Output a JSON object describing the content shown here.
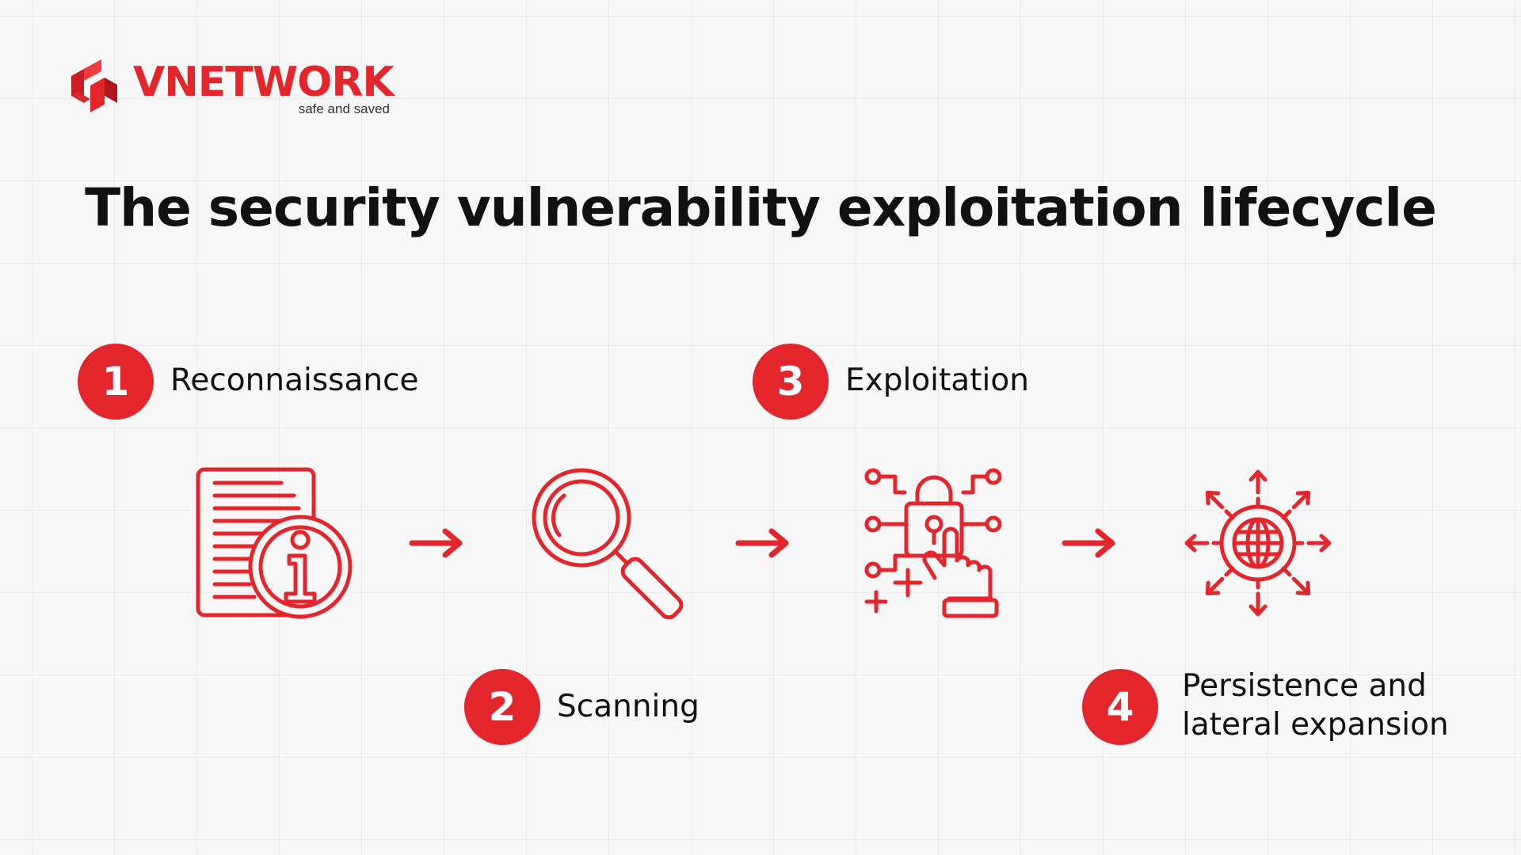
{
  "brand": {
    "name": "VNETWORK",
    "tagline": "safe and saved",
    "color": "#e3262b"
  },
  "title": "The security vulnerability exploitation lifecycle",
  "accent_color": "#e3262b",
  "steps": [
    {
      "number": "1",
      "label": "Reconnaissance",
      "icon": "document-info-icon"
    },
    {
      "number": "2",
      "label": "Scanning",
      "icon": "magnifier-icon"
    },
    {
      "number": "3",
      "label": "Exploitation",
      "icon": "circuit-lock-hand-icon"
    },
    {
      "number": "4",
      "label_lines": [
        "Persistence and",
        "lateral expansion"
      ],
      "icon": "globe-gear-arrows-icon"
    }
  ],
  "connectors": [
    "arrow-right-icon",
    "arrow-right-icon",
    "arrow-right-icon"
  ]
}
